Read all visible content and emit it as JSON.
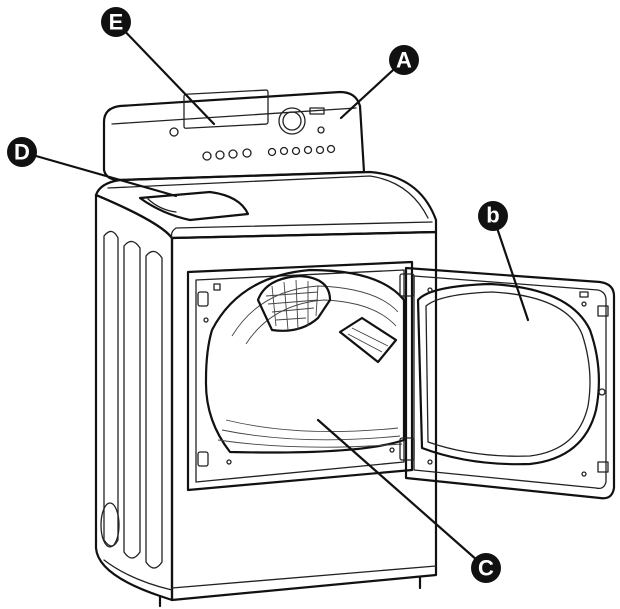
{
  "callouts": {
    "a": "A",
    "b": "b",
    "c": "C",
    "d": "D",
    "e": "E"
  }
}
